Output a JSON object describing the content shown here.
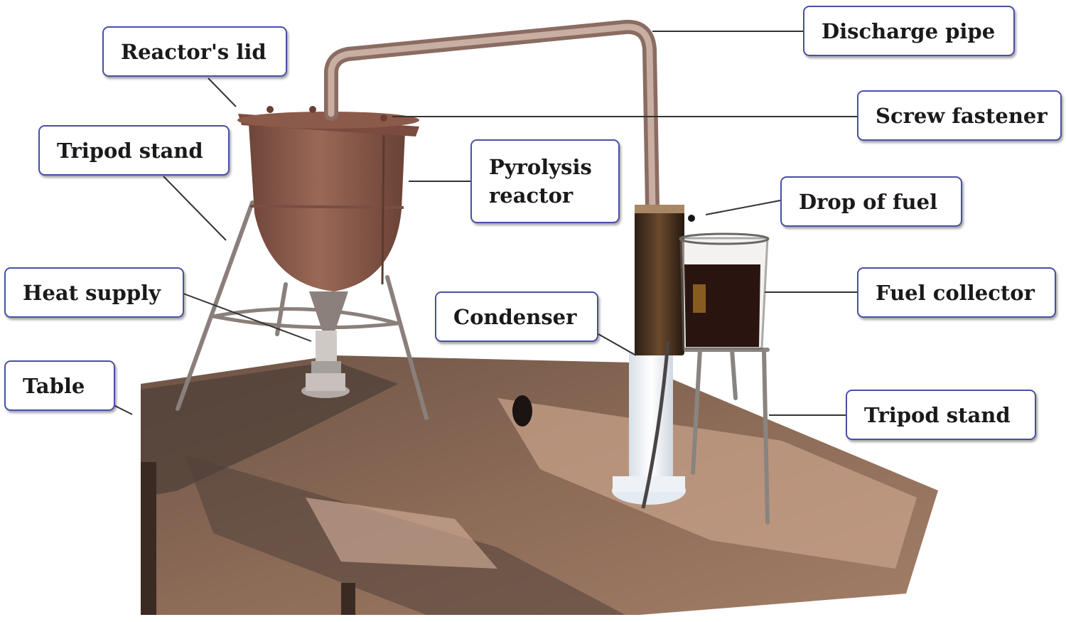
{
  "labels": {
    "reactor_lid": "Reactor's lid",
    "discharge_pipe": "Discharge pipe",
    "screw_fastener": "Screw fastener",
    "tripod_stand_left": "Tripod stand",
    "pyrolysis_reactor": "Pyrolysis\nreactor",
    "drop_of_fuel": "Drop of fuel",
    "heat_supply": "Heat supply",
    "fuel_collector": "Fuel collector",
    "condenser": "Condenser",
    "table": "Table",
    "tripod_stand_right": "Tripod stand"
  },
  "colors": {
    "label_border": "#4a4fa8",
    "leader_line": "#333333",
    "table_wood": "#8b6a55",
    "table_dust": "#c9a58c",
    "reactor_rust": "#8a5a4c",
    "pipe": "#b5968a",
    "fuel": "#2a1410"
  }
}
